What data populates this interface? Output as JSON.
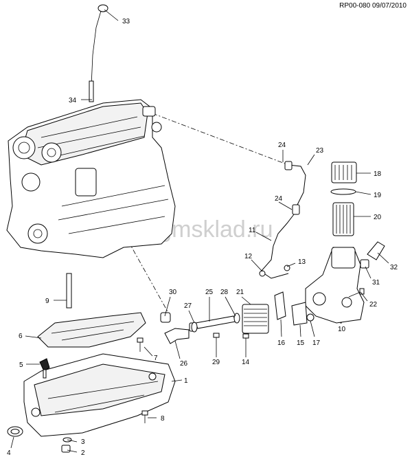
{
  "reference_code": "RP00-080 09/07/2010",
  "watermark": "www.gmsklad.ru",
  "callouts": {
    "c1": "1",
    "c2": "2",
    "c3": "3",
    "c4": "4",
    "c5": "5",
    "c6": "6",
    "c7": "7",
    "c8": "8",
    "c9": "9",
    "c10": "10",
    "c11": "11",
    "c12": "12",
    "c13": "13",
    "c14": "14",
    "c15": "15",
    "c16": "16",
    "c17": "17",
    "c18": "18",
    "c19": "19",
    "c20": "20",
    "c21": "21",
    "c22": "22",
    "c23": "23",
    "c24a": "24",
    "c24b": "24",
    "c25": "25",
    "c26": "26",
    "c27": "27",
    "c28": "28",
    "c29": "29",
    "c30": "30",
    "c31": "31",
    "c32": "32",
    "c33": "33",
    "c34": "34"
  }
}
